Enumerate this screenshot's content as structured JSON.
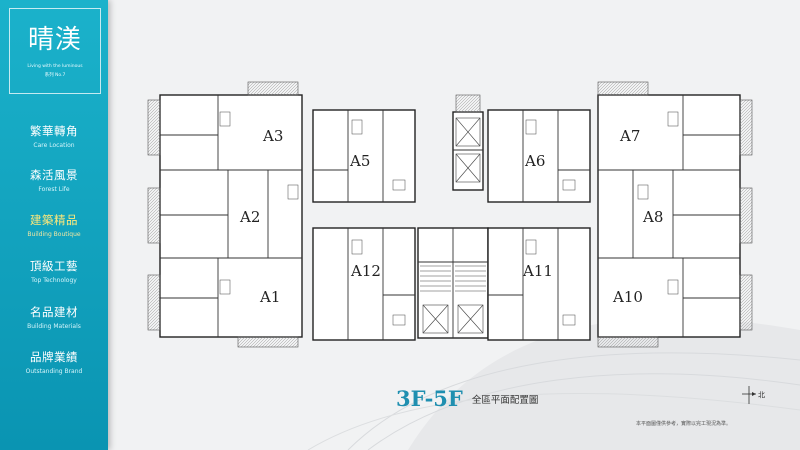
{
  "brand": {
    "mark": "晴渼",
    "tagline": "Living with the luminous",
    "series": "系列 No.7"
  },
  "nav": [
    {
      "cn": "繁華轉角",
      "en": "Care Location",
      "active": false
    },
    {
      "cn": "森活風景",
      "en": "Forest Life",
      "active": false
    },
    {
      "cn": "建築精品",
      "en": "Building Boutique",
      "active": true
    },
    {
      "cn": "頂級工藝",
      "en": "Top Technology",
      "active": false
    },
    {
      "cn": "名品建材",
      "en": "Building Materials",
      "active": false
    },
    {
      "cn": "品牌業績",
      "en": "Outstanding Brand",
      "active": false
    }
  ],
  "plan": {
    "title": "3F-5F",
    "subtitle": "全區平面配置圖",
    "units": [
      "A1",
      "A2",
      "A3",
      "A5",
      "A6",
      "A7",
      "A8",
      "A10",
      "A11",
      "A12"
    ],
    "compass_label": "北",
    "disclaimer": "本平面圖僅供參考，實際以完工現況為準。"
  },
  "colors": {
    "sidebar": "#1bb2cb",
    "active_nav": "#ffe97a",
    "title": "#1f8fb0"
  }
}
